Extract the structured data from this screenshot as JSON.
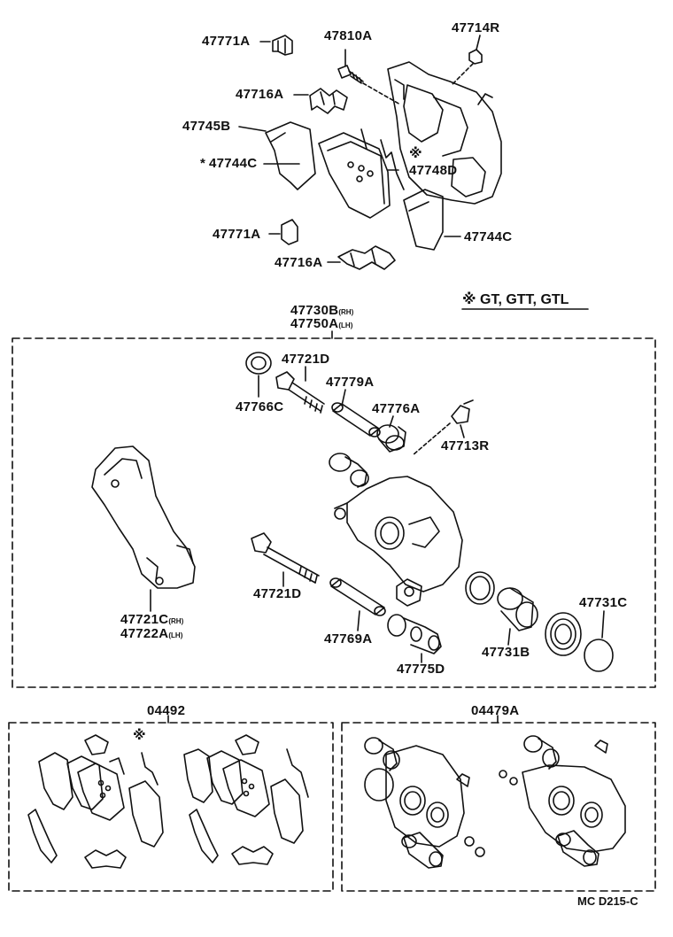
{
  "labels": {
    "p47771A_top": "47771A",
    "p47810A": "47810A",
    "p47714R": "47714R",
    "p47716A_top": "47716A",
    "p47745B": "47745B",
    "p47744C_left": "47744C",
    "p47744C_left_mark": "*",
    "p47748D": "47748D",
    "p47748D_mark": "※",
    "p47771A_bot": "47771A",
    "p47744C_right": "47744C",
    "p47716A_bot": "47716A",
    "p47730B": "47730B",
    "p47730B_sfx": "(RH)",
    "p47750A": "47750A",
    "p47750A_sfx": "(LH)",
    "p47721D_top": "47721D",
    "p47779A": "47779A",
    "p47766C": "47766C",
    "p47776A": "47776A",
    "p47713R": "47713R",
    "p47721C": "47721C",
    "p47721C_sfx": "(RH)",
    "p47722A": "47722A",
    "p47722A_sfx": "(LH)",
    "p47721D_bot": "47721D",
    "p47769A": "47769A",
    "p47775D": "47775D",
    "p47731B": "47731B",
    "p47731C": "47731C",
    "p04492": "04492",
    "p04492_mark": "※",
    "p04479A": "04479A"
  },
  "note": "※ GT, GTT, GTL",
  "footer": "MC  D215-C"
}
